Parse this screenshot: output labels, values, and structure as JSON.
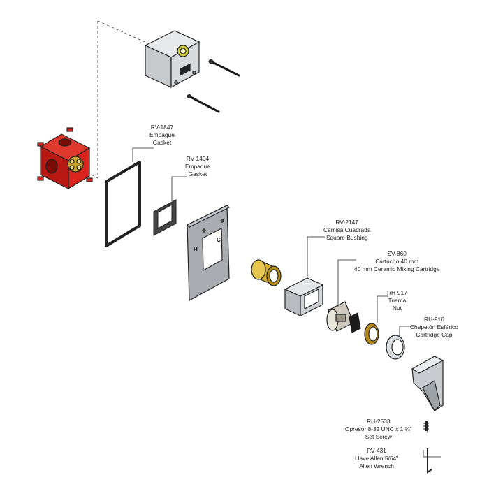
{
  "parts": [
    {
      "id": "gasket-large",
      "code": "RV-1847",
      "lines": [
        "Empaque",
        "Gasket"
      ]
    },
    {
      "id": "gasket-small",
      "code": "RV-1404",
      "lines": [
        "Empaque",
        "Gasket"
      ]
    },
    {
      "id": "square-bushing",
      "code": "RV-2147",
      "lines": [
        "Camisa Cuadrada",
        "Square Bushing"
      ]
    },
    {
      "id": "cartridge",
      "code": "SV-860",
      "lines": [
        "Cartucho 40 mm",
        "40 mm Ceramic Mixing Cartridge"
      ]
    },
    {
      "id": "nut",
      "code": "RH-917",
      "lines": [
        "Tuerca",
        "Nut"
      ]
    },
    {
      "id": "cartridge-cap",
      "code": "RH-916",
      "lines": [
        "Chapetón Esférico",
        "Cartridge Cap"
      ]
    },
    {
      "id": "set-screw",
      "code": "RH-2533",
      "lines": [
        "Opresor 8-32 UNC x 1 ¼\"",
        "Set Screw"
      ]
    },
    {
      "id": "allen-wrench",
      "code": "RV-431",
      "lines": [
        "Llave Allen 5/64\"",
        "Allen Wrench"
      ]
    }
  ],
  "plate_marks": {
    "left": "H",
    "right": "C"
  },
  "colors": {
    "valve_body": "#d9231c",
    "brass": "#c9a227",
    "chrome": "#c9ccd1",
    "gray_box": "#cfd2d6",
    "plate": "#a9adb2",
    "outline": "#222222"
  }
}
